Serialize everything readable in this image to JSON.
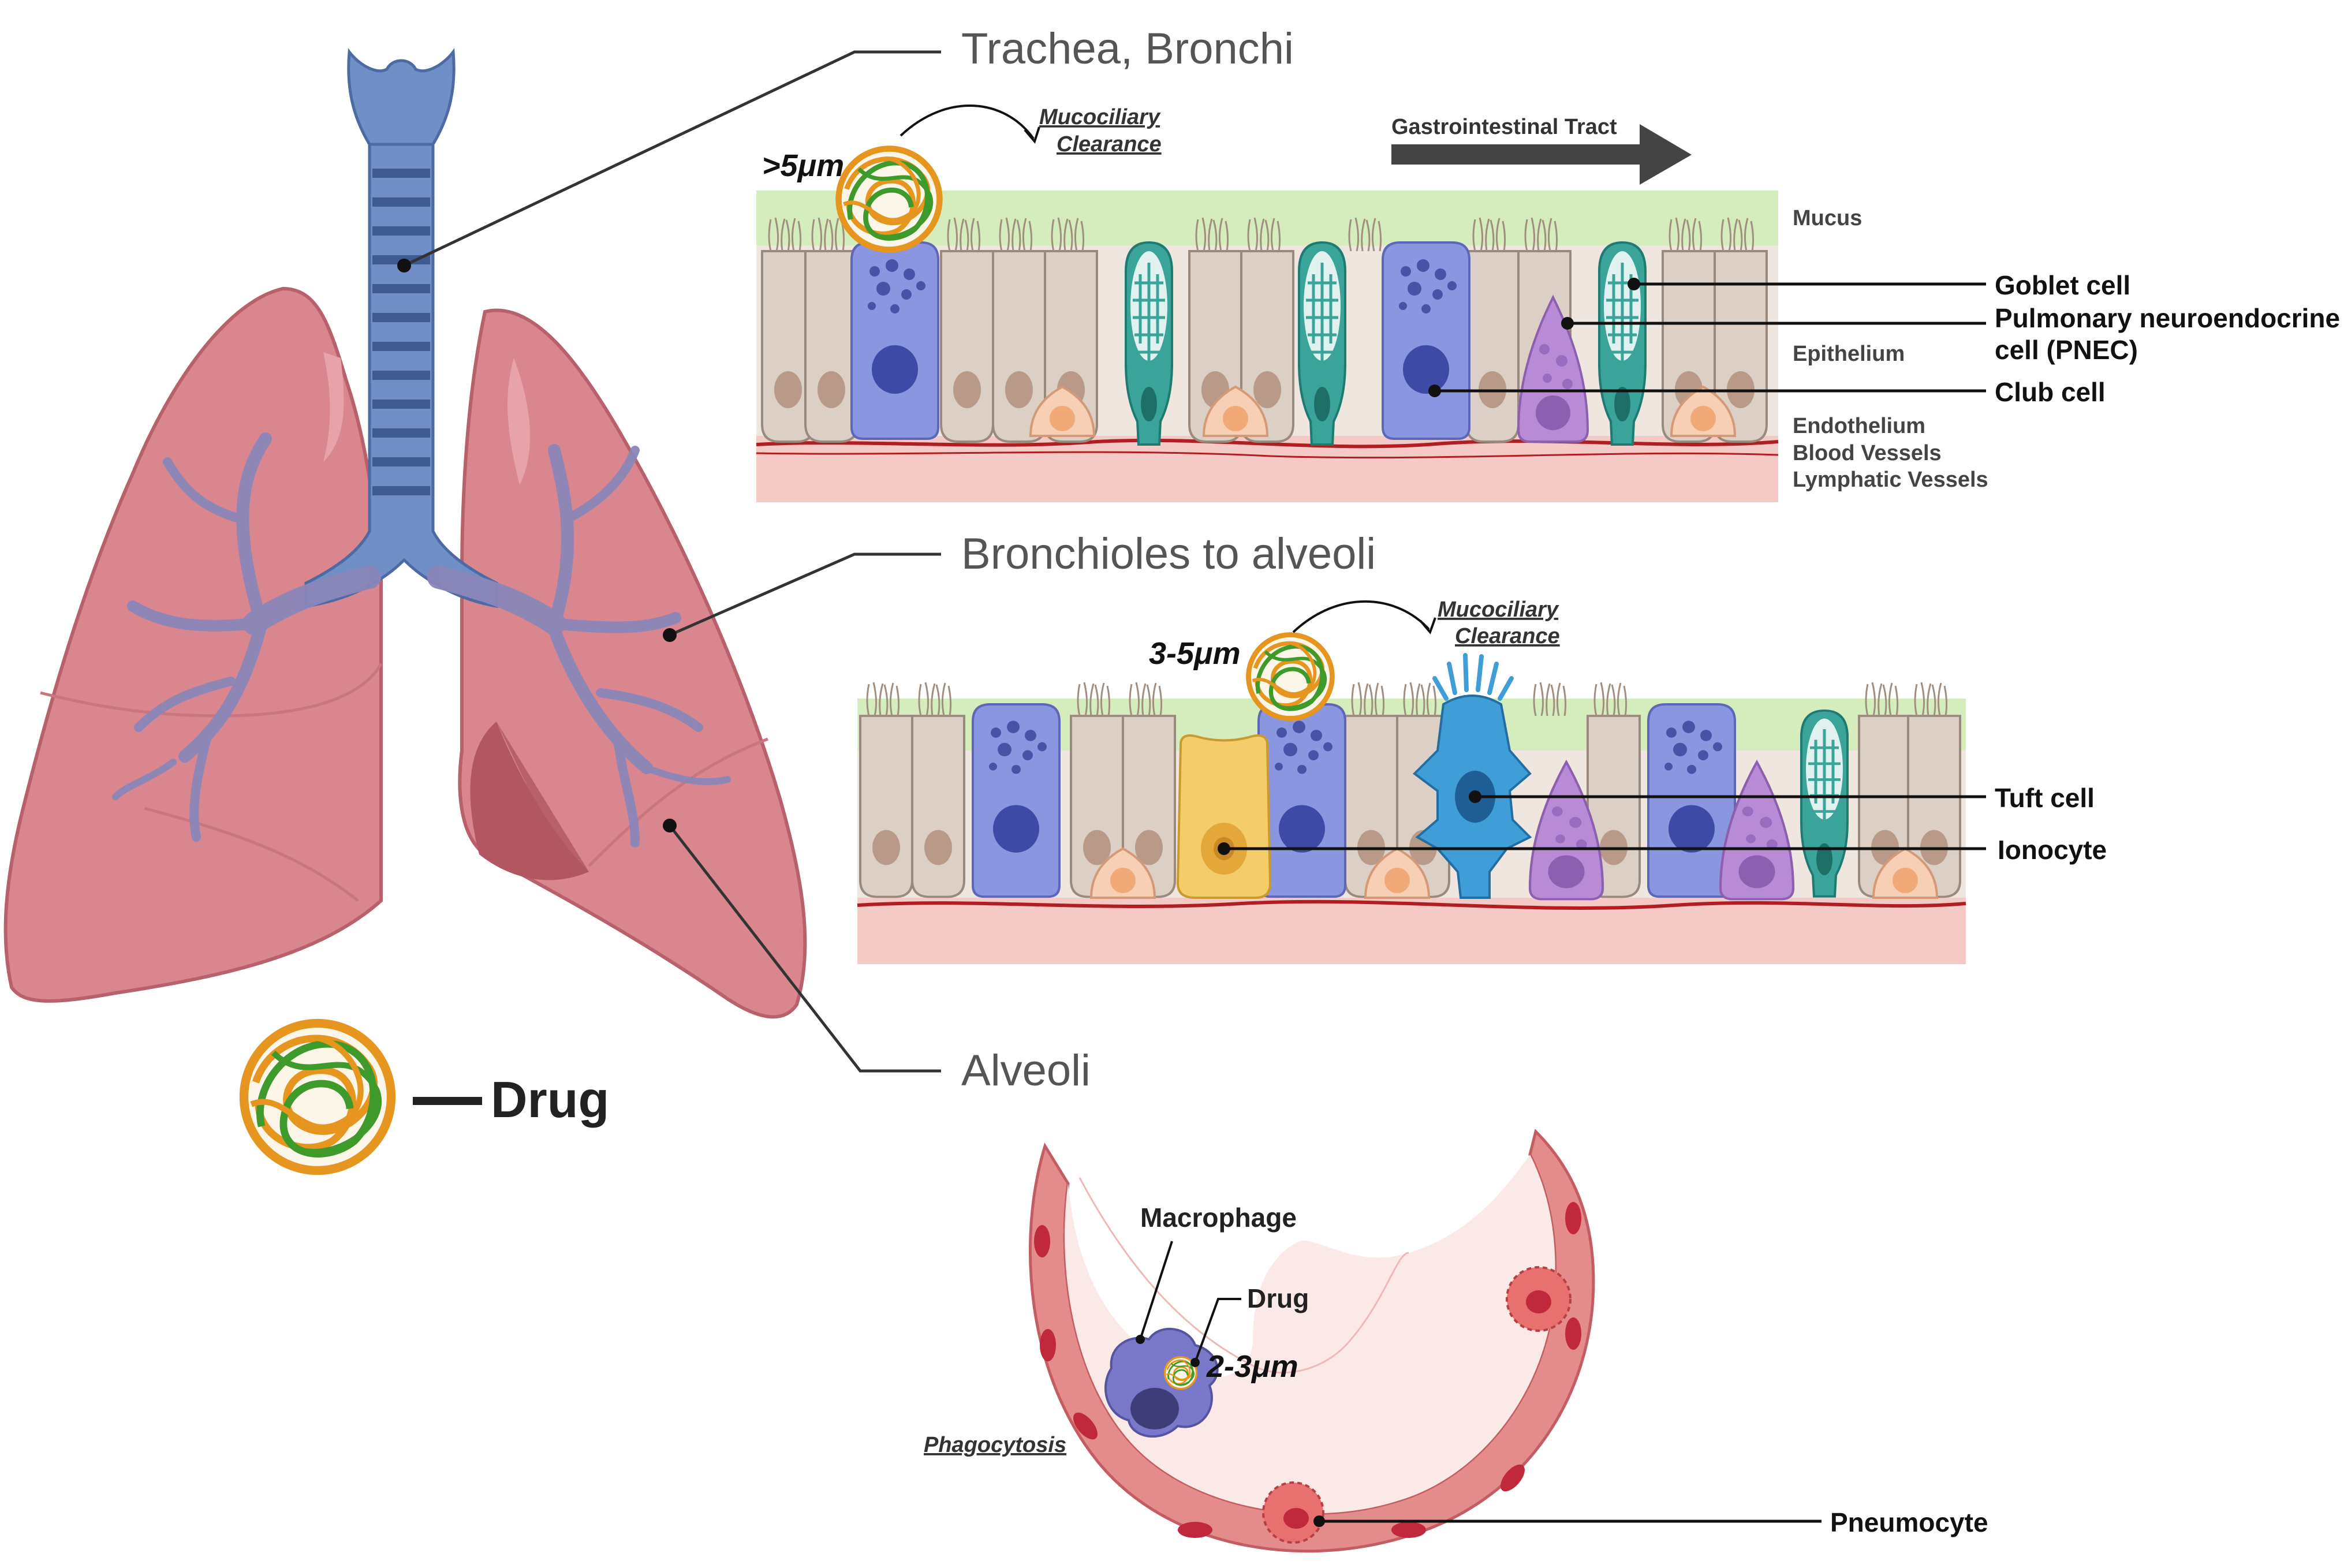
{
  "headings": {
    "trachea": "Trachea, Bronchi",
    "bronchioles": "Bronchioles to alveoli",
    "alveoli": "Alveoli"
  },
  "legend": {
    "drug": "Drug"
  },
  "panel1": {
    "size": ">5μm",
    "clearance_line1": "Mucociliary",
    "clearance_line2": "Clearance",
    "gi_tract": "Gastrointestinal Tract",
    "layers": {
      "mucus": "Mucus",
      "epithelium": "Epithelium",
      "endothelium": "Endothelium",
      "blood_vessels": "Blood Vessels",
      "lymphatic_vessels": "Lymphatic Vessels"
    },
    "cells": {
      "goblet": "Goblet cell",
      "pnec_line1": "Pulmonary neuroendocrine",
      "pnec_line2": "cell (PNEC)",
      "club": "Club cell"
    }
  },
  "panel2": {
    "size": "3-5μm",
    "clearance_line1": "Mucociliary",
    "clearance_line2": "Clearance",
    "cells": {
      "tuft": "Tuft cell",
      "ionocyte": "Ionocyte"
    }
  },
  "panel3": {
    "macrophage": "Macrophage",
    "drug": "Drug",
    "size": "2-3μm",
    "phagocytosis": "Phagocytosis",
    "pneumocyte": "Pneumocyte"
  },
  "colors": {
    "lung": "#d9868f",
    "lung_dark": "#b8606b",
    "airway": "#6f8fc6",
    "bronchi_tree": "#8a86b8",
    "mucus": "#d5ecbc",
    "ciliated_cell": "#dccfc6",
    "club_cell": "#8b96e0",
    "goblet_cell": "#3aa39a",
    "pnec_cell": "#b98bd6",
    "basal_cell": "#f6cfb4",
    "tuft_cell": "#3f9ed8",
    "ionocyte": "#f4cd6a",
    "basement": "#f4c9c6",
    "vessel": "#b01e23",
    "macrophage": "#7a78c8",
    "drug_orange": "#e6951e",
    "drug_green": "#3f9a2c"
  }
}
